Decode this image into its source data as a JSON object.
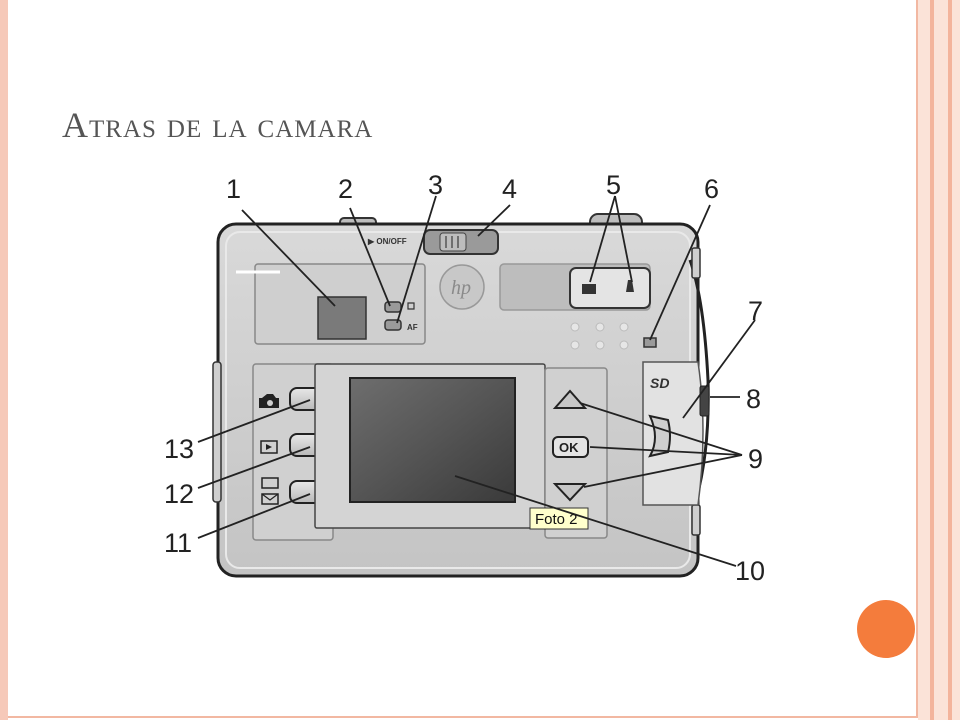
{
  "slide": {
    "title": "Atras de la camara",
    "accent_color": "#f47c3c",
    "frame_color": "#f6c9b9"
  },
  "diagram": {
    "callouts": [
      "1",
      "2",
      "3",
      "4",
      "5",
      "6",
      "7",
      "8",
      "9",
      "10",
      "11",
      "12",
      "13"
    ],
    "screen_label": "Foto 2",
    "switch_label": "▶ ON/OFF",
    "af_label": "AF",
    "brand_label": "hp",
    "card_slot_label": "SD",
    "ok_label": "OK"
  }
}
